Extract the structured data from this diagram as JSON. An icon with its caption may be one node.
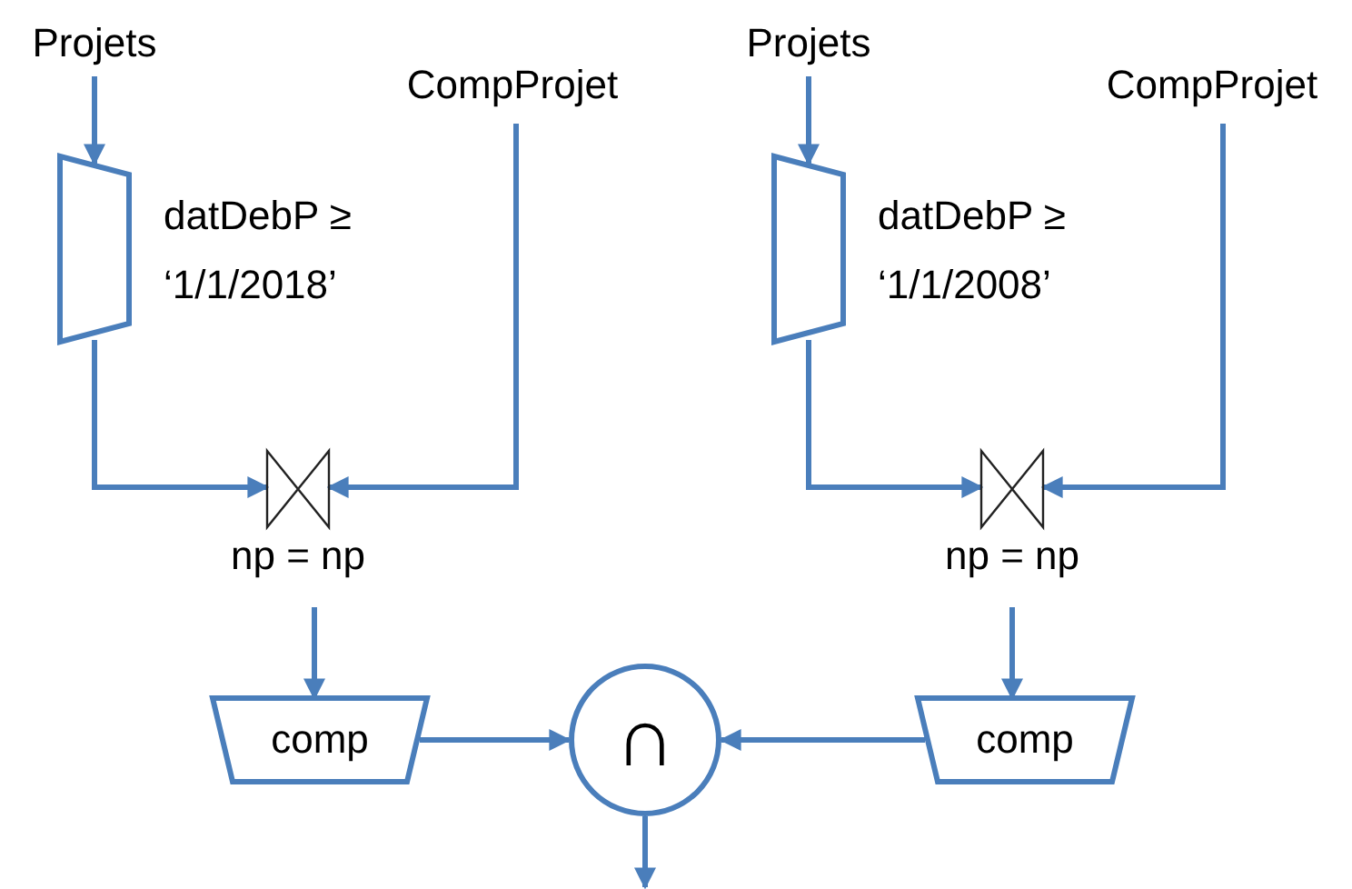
{
  "diagram": {
    "nodes": [
      {
        "text": [
          "Projets"
        ]
      },
      {
        "text": [
          "CompProjet"
        ]
      },
      {
        "text": [],
        "shape": "trapezoid",
        "beside": [
          "datDebP ≥ ‘1/1/2018’"
        ]
      },
      {
        "text": [],
        "shape": "bowtie",
        "beside": [
          "np = np"
        ]
      },
      {
        "text": [
          "Projets"
        ]
      },
      {
        "text": [
          "CompProjet"
        ]
      },
      {
        "text": [],
        "shape": "trapezoid",
        "beside": [
          "datDebP ≥ ‘1/1/2008’"
        ]
      },
      {
        "text": [],
        "shape": "bowtie",
        "beside": [
          "np = np"
        ]
      },
      {
        "text": [
          "comp"
        ]
      },
      {
        "text": [
          "∩"
        ]
      },
      {
        "text": [
          "comp"
        ]
      }
    ],
    "edges": [
      {
        "from": 0,
        "to": 2,
        "arrow": "to"
      },
      {
        "from": 2,
        "to": 3,
        "arrow": "to"
      },
      {
        "from": 1,
        "to": 3,
        "arrow": "to"
      },
      {
        "from": 4,
        "to": 6,
        "arrow": "to"
      },
      {
        "from": 6,
        "to": 7,
        "arrow": "to"
      },
      {
        "from": 5,
        "to": 7,
        "arrow": "to"
      },
      {
        "from": 3,
        "to": 8,
        "arrow": "to"
      },
      {
        "from": 7,
        "to": 10,
        "arrow": "to"
      },
      {
        "from": 8,
        "to": 9,
        "arrow": "to"
      },
      {
        "from": 10,
        "to": 9,
        "arrow": "to"
      },
      {
        "from": 9,
        "to": null,
        "arrow": "to"
      }
    ]
  }
}
